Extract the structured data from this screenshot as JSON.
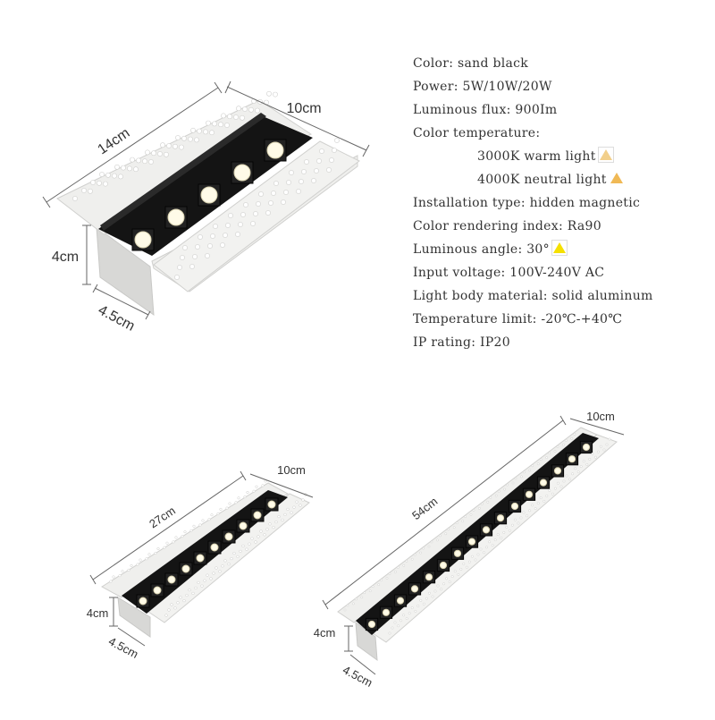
{
  "colors": {
    "warm": "#f2cf8a",
    "neutral": "#f0b955",
    "beam": "#f5e000",
    "housing": "#ececea",
    "lamp_body": "#161616"
  },
  "dimensions": {
    "large": {
      "length": "14cm",
      "width": "10cm",
      "height": "4cm",
      "depth": "4.5cm"
    },
    "medium": {
      "length": "27cm",
      "width": "10cm",
      "height": "4cm",
      "depth": "4.5cm"
    },
    "long": {
      "length": "54cm",
      "width": "10cm",
      "height": "4cm",
      "depth": "4.5cm"
    }
  },
  "specs": {
    "color": "Color: sand black",
    "power": "Power: 5W/10W/20W",
    "flux": "Luminous flux: 900Im",
    "temp_title": "Color temperature:",
    "temp_warm": "3000K warm light",
    "temp_neutral": "4000K neutral light",
    "install": "Installation type: hidden magnetic",
    "cri": "Color rendering index: Ra90",
    "angle": "Luminous angle: 30°",
    "voltage": "Input voltage: 100V-240V AC",
    "material": "Light body material: solid aluminum",
    "temp_limit": "Temperature limit: -20℃-+40℃",
    "ip": "IP rating: IP20"
  }
}
